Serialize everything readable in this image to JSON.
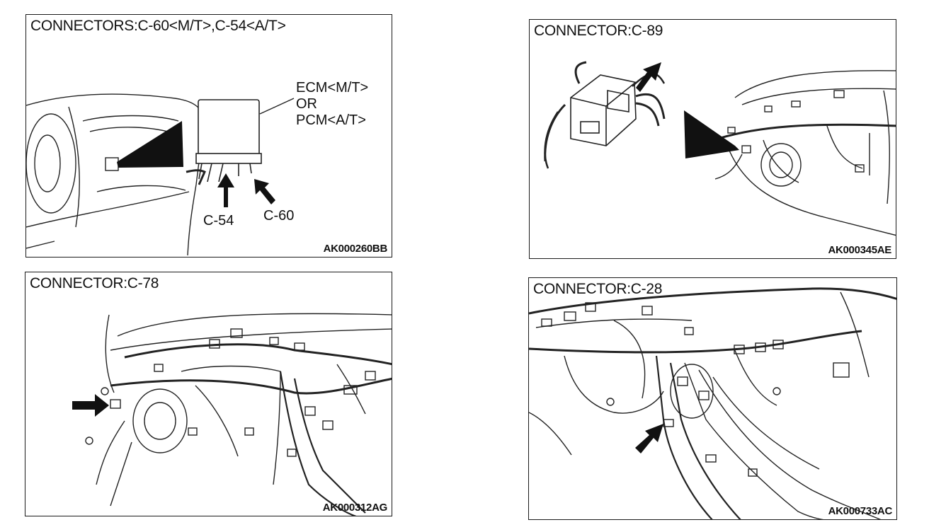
{
  "panels": [
    {
      "title": "CONNECTORS:C-60<M/T>,C-54<A/T>",
      "code": "AK000260BB",
      "labels": {
        "ecm1": "ECM<M/T>",
        "ecm2": "OR",
        "ecm3": "PCM<A/T>",
        "c54": "C-54",
        "c60": "C-60"
      }
    },
    {
      "title": "CONNECTOR:C-89",
      "code": "AK000345AE"
    },
    {
      "title": "CONNECTOR:C-78",
      "code": "AK000312AG"
    },
    {
      "title": "CONNECTOR:C-28",
      "code": "AK000733AC"
    }
  ]
}
